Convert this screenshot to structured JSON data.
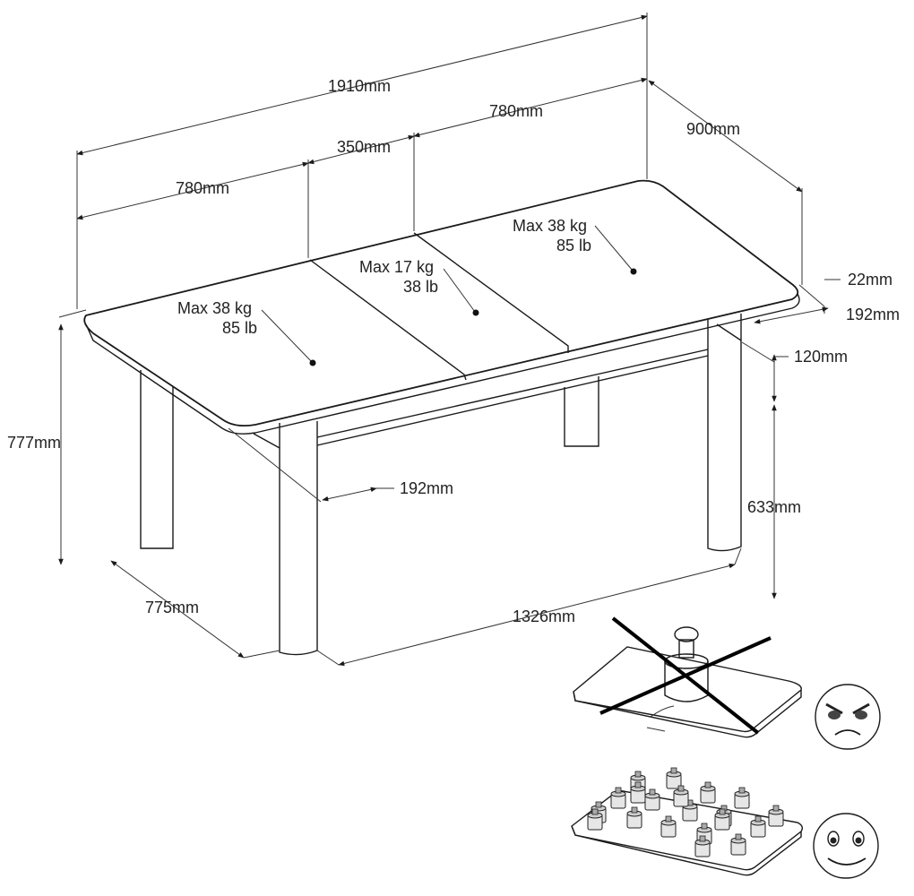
{
  "dimensions": {
    "total_length": "1910mm",
    "leaf_left": "780mm",
    "leaf_middle": "350mm",
    "leaf_right": "780mm",
    "width": "900mm",
    "top_thickness": "22mm",
    "overhang_right": "192mm",
    "apron_height": "120mm",
    "total_height": "777mm",
    "overhang_front": "192mm",
    "leg_clearance": "633mm",
    "leg_span_depth": "775mm",
    "leg_span_length": "1326mm"
  },
  "loads": {
    "left": {
      "kg": "Max 38 kg",
      "lb": "85 lb"
    },
    "middle": {
      "kg": "Max 17 kg",
      "lb": "38 lb"
    },
    "right": {
      "kg": "Max 38 kg",
      "lb": "85 lb"
    }
  },
  "icons": {
    "bad_example": "concentrated-weight-icon",
    "good_example": "distributed-weights-icon",
    "sad_face": "angry-face-icon",
    "happy_face": "smiley-face-icon"
  }
}
